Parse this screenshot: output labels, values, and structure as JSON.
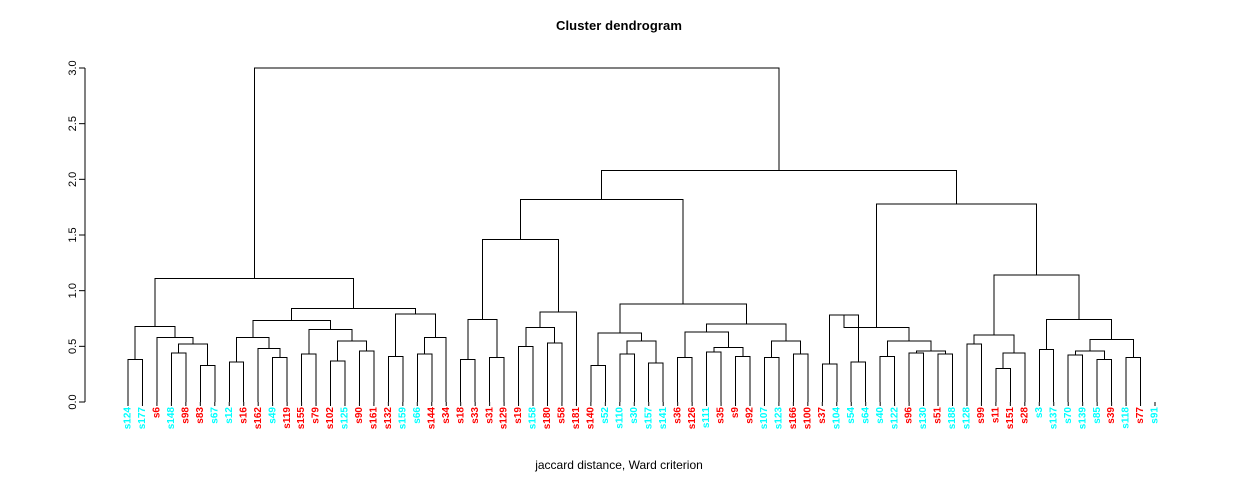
{
  "chart_data": {
    "type": "dendrogram",
    "title": "Cluster dendrogram",
    "xlabel": "jaccard distance, Ward criterion",
    "ylabel": "",
    "ylim": [
      0.0,
      3.0
    ],
    "yticks": [
      "0.0",
      "0.5",
      "1.0",
      "1.5",
      "2.0",
      "2.5",
      "3.0"
    ],
    "ytick_values": [
      0.0,
      0.5,
      1.0,
      1.5,
      2.0,
      2.5,
      3.0
    ],
    "grid": false,
    "legend": "none",
    "linkage": "ward",
    "distance_metric": "jaccard",
    "root_height": 3.0,
    "n_leaves": 73,
    "label_colors": {
      "group_cyan": "#00FFFF",
      "group_red": "#FF0000"
    },
    "line_color": "#000000",
    "leaves": [
      {
        "label": "s124",
        "color": "#00FFFF"
      },
      {
        "label": "s177",
        "color": "#00FFFF"
      },
      {
        "label": "s6",
        "color": "#FF0000"
      },
      {
        "label": "s148",
        "color": "#00FFFF"
      },
      {
        "label": "s98",
        "color": "#FF0000"
      },
      {
        "label": "s83",
        "color": "#FF0000"
      },
      {
        "label": "s67",
        "color": "#00FFFF"
      },
      {
        "label": "s12",
        "color": "#00FFFF"
      },
      {
        "label": "s16",
        "color": "#FF0000"
      },
      {
        "label": "s162",
        "color": "#FF0000"
      },
      {
        "label": "s49",
        "color": "#00FFFF"
      },
      {
        "label": "s119",
        "color": "#FF0000"
      },
      {
        "label": "s155",
        "color": "#FF0000"
      },
      {
        "label": "s79",
        "color": "#FF0000"
      },
      {
        "label": "s102",
        "color": "#FF0000"
      },
      {
        "label": "s125",
        "color": "#00FFFF"
      },
      {
        "label": "s90",
        "color": "#FF0000"
      },
      {
        "label": "s161",
        "color": "#FF0000"
      },
      {
        "label": "s132",
        "color": "#FF0000"
      },
      {
        "label": "s159",
        "color": "#00FFFF"
      },
      {
        "label": "s66",
        "color": "#00FFFF"
      },
      {
        "label": "s144",
        "color": "#FF0000"
      },
      {
        "label": "s34",
        "color": "#FF0000"
      },
      {
        "label": "s18",
        "color": "#FF0000"
      },
      {
        "label": "s33",
        "color": "#FF0000"
      },
      {
        "label": "s31",
        "color": "#FF0000"
      },
      {
        "label": "s129",
        "color": "#FF0000"
      },
      {
        "label": "s19",
        "color": "#FF0000"
      },
      {
        "label": "s158",
        "color": "#00FFFF"
      },
      {
        "label": "s180",
        "color": "#FF0000"
      },
      {
        "label": "s58",
        "color": "#FF0000"
      },
      {
        "label": "s181",
        "color": "#FF0000"
      },
      {
        "label": "s140",
        "color": "#FF0000"
      },
      {
        "label": "s52",
        "color": "#00FFFF"
      },
      {
        "label": "s110",
        "color": "#00FFFF"
      },
      {
        "label": "s30",
        "color": "#00FFFF"
      },
      {
        "label": "s157",
        "color": "#00FFFF"
      },
      {
        "label": "s141",
        "color": "#00FFFF"
      },
      {
        "label": "s36",
        "color": "#FF0000"
      },
      {
        "label": "s126",
        "color": "#FF0000"
      },
      {
        "label": "s111",
        "color": "#00FFFF"
      },
      {
        "label": "s35",
        "color": "#FF0000"
      },
      {
        "label": "s9",
        "color": "#FF0000"
      },
      {
        "label": "s92",
        "color": "#FF0000"
      },
      {
        "label": "s107",
        "color": "#00FFFF"
      },
      {
        "label": "s123",
        "color": "#00FFFF"
      },
      {
        "label": "s166",
        "color": "#FF0000"
      },
      {
        "label": "s100",
        "color": "#FF0000"
      },
      {
        "label": "s37",
        "color": "#FF0000"
      },
      {
        "label": "s104",
        "color": "#00FFFF"
      },
      {
        "label": "s54",
        "color": "#00FFFF"
      },
      {
        "label": "s64",
        "color": "#00FFFF"
      },
      {
        "label": "s40",
        "color": "#00FFFF"
      },
      {
        "label": "s122",
        "color": "#00FFFF"
      },
      {
        "label": "s96",
        "color": "#FF0000"
      },
      {
        "label": "s130",
        "color": "#00FFFF"
      },
      {
        "label": "s51",
        "color": "#FF0000"
      },
      {
        "label": "s188",
        "color": "#00FFFF"
      },
      {
        "label": "s128",
        "color": "#00FFFF"
      },
      {
        "label": "s99",
        "color": "#FF0000"
      },
      {
        "label": "s11",
        "color": "#FF0000"
      },
      {
        "label": "s151",
        "color": "#FF0000"
      },
      {
        "label": "s28",
        "color": "#FF0000"
      },
      {
        "label": "s3",
        "color": "#00FFFF"
      },
      {
        "label": "s137",
        "color": "#00FFFF"
      },
      {
        "label": "s70",
        "color": "#00FFFF"
      },
      {
        "label": "s139",
        "color": "#00FFFF"
      },
      {
        "label": "s85",
        "color": "#00FFFF"
      },
      {
        "label": "s39",
        "color": "#FF0000"
      },
      {
        "label": "s118",
        "color": "#00FFFF"
      },
      {
        "label": "s77",
        "color": "#FF0000"
      },
      {
        "label": "s91",
        "color": "#00FFFF"
      }
    ],
    "merges": [
      {
        "left": {
          "leaf": 0
        },
        "right": {
          "leaf": 1
        },
        "height": 0.38,
        "id": "m1"
      },
      {
        "left": {
          "leaf": 3
        },
        "right": {
          "leaf": 4
        },
        "height": 0.44,
        "id": "m2"
      },
      {
        "left": {
          "leaf": 5
        },
        "right": {
          "leaf": 6
        },
        "height": 0.33,
        "id": "m3"
      },
      {
        "left": {
          "node": "m2"
        },
        "right": {
          "node": "m3"
        },
        "height": 0.52,
        "id": "m4"
      },
      {
        "left": {
          "leaf": 2
        },
        "right": {
          "node": "m4"
        },
        "height": 0.58,
        "id": "m5"
      },
      {
        "left": {
          "node": "m1"
        },
        "right": {
          "node": "m5"
        },
        "height": 0.68,
        "id": "m6"
      },
      {
        "left": {
          "leaf": 7
        },
        "right": {
          "leaf": 8
        },
        "height": 0.36,
        "id": "m7"
      },
      {
        "left": {
          "leaf": 10
        },
        "right": {
          "leaf": 11
        },
        "height": 0.4,
        "id": "m8"
      },
      {
        "left": {
          "leaf": 9
        },
        "right": {
          "node": "m8"
        },
        "height": 0.48,
        "id": "m9"
      },
      {
        "left": {
          "node": "m7"
        },
        "right": {
          "node": "m9"
        },
        "height": 0.58,
        "id": "m10"
      },
      {
        "left": {
          "leaf": 12
        },
        "right": {
          "leaf": 13
        },
        "height": 0.43,
        "id": "m11"
      },
      {
        "left": {
          "leaf": 14
        },
        "right": {
          "leaf": 15
        },
        "height": 0.37,
        "id": "m12"
      },
      {
        "left": {
          "leaf": 16
        },
        "right": {
          "leaf": 17
        },
        "height": 0.46,
        "id": "m13"
      },
      {
        "left": {
          "node": "m12"
        },
        "right": {
          "node": "m13"
        },
        "height": 0.55,
        "id": "m14"
      },
      {
        "left": {
          "node": "m11"
        },
        "right": {
          "node": "m14"
        },
        "height": 0.65,
        "id": "m15"
      },
      {
        "left": {
          "node": "m10"
        },
        "right": {
          "node": "m15"
        },
        "height": 0.73,
        "id": "m16"
      },
      {
        "left": {
          "leaf": 18
        },
        "right": {
          "leaf": 19
        },
        "height": 0.41,
        "id": "m17"
      },
      {
        "left": {
          "leaf": 20
        },
        "right": {
          "leaf": 21
        },
        "height": 0.43,
        "id": "m18"
      },
      {
        "left": {
          "leaf": 22
        },
        "right": {
          "node": "m18"
        },
        "height": 0.58,
        "id": "m19"
      },
      {
        "left": {
          "node": "m17"
        },
        "right": {
          "node": "m19"
        },
        "height": 0.79,
        "id": "m20"
      },
      {
        "left": {
          "node": "m16"
        },
        "right": {
          "node": "m20"
        },
        "height": 0.84,
        "id": "m21"
      },
      {
        "left": {
          "node": "m6"
        },
        "right": {
          "node": "m21"
        },
        "height": 1.11,
        "id": "m22"
      },
      {
        "left": {
          "leaf": 23
        },
        "right": {
          "leaf": 24
        },
        "height": 0.38,
        "id": "m23"
      },
      {
        "left": {
          "leaf": 25
        },
        "right": {
          "leaf": 26
        },
        "height": 0.4,
        "id": "m24"
      },
      {
        "left": {
          "node": "m23"
        },
        "right": {
          "node": "m24"
        },
        "height": 0.74,
        "id": "m25"
      },
      {
        "left": {
          "leaf": 27
        },
        "right": {
          "leaf": 28
        },
        "height": 0.5,
        "id": "m26"
      },
      {
        "left": {
          "leaf": 29
        },
        "right": {
          "leaf": 30
        },
        "height": 0.53,
        "id": "m27"
      },
      {
        "left": {
          "node": "m26"
        },
        "right": {
          "node": "m27"
        },
        "height": 0.67,
        "id": "m28"
      },
      {
        "left": {
          "node": "m28"
        },
        "right": {
          "leaf": 31
        },
        "height": 0.81,
        "id": "m29"
      },
      {
        "left": {
          "node": "m25"
        },
        "right": {
          "node": "m29"
        },
        "height": 1.46,
        "id": "m30"
      },
      {
        "left": {
          "leaf": 32
        },
        "right": {
          "leaf": 33
        },
        "height": 0.33,
        "id": "m31"
      },
      {
        "left": {
          "leaf": 34
        },
        "right": {
          "leaf": 35
        },
        "height": 0.43,
        "id": "m32"
      },
      {
        "left": {
          "leaf": 36
        },
        "right": {
          "leaf": 37
        },
        "height": 0.35,
        "id": "m33"
      },
      {
        "left": {
          "node": "m32"
        },
        "right": {
          "node": "m33"
        },
        "height": 0.55,
        "id": "m34"
      },
      {
        "left": {
          "node": "m31"
        },
        "right": {
          "node": "m34"
        },
        "height": 0.62,
        "id": "m35"
      },
      {
        "left": {
          "leaf": 38
        },
        "right": {
          "leaf": 39
        },
        "height": 0.4,
        "id": "m36"
      },
      {
        "left": {
          "leaf": 40
        },
        "right": {
          "leaf": 41
        },
        "height": 0.45,
        "id": "m37"
      },
      {
        "left": {
          "leaf": 42
        },
        "right": {
          "leaf": 43
        },
        "height": 0.41,
        "id": "m38"
      },
      {
        "left": {
          "node": "m37"
        },
        "right": {
          "node": "m38"
        },
        "height": 0.49,
        "id": "m39"
      },
      {
        "left": {
          "node": "m36"
        },
        "right": {
          "node": "m39"
        },
        "height": 0.63,
        "id": "m40"
      },
      {
        "left": {
          "leaf": 44
        },
        "right": {
          "leaf": 45
        },
        "height": 0.4,
        "id": "m41"
      },
      {
        "left": {
          "leaf": 46
        },
        "right": {
          "leaf": 47
        },
        "height": 0.43,
        "id": "m42"
      },
      {
        "left": {
          "node": "m41"
        },
        "right": {
          "node": "m42"
        },
        "height": 0.55,
        "id": "m43"
      },
      {
        "left": {
          "node": "m40"
        },
        "right": {
          "node": "m43"
        },
        "height": 0.7,
        "id": "m44"
      },
      {
        "left": {
          "node": "m35"
        },
        "right": {
          "node": "m44"
        },
        "height": 0.88,
        "id": "m45"
      },
      {
        "left": {
          "node": "m30"
        },
        "right": {
          "node": "m45"
        },
        "height": 1.82,
        "id": "m46"
      },
      {
        "left": {
          "leaf": 48
        },
        "right": {
          "leaf": 49
        },
        "height": 0.34,
        "id": "m47"
      },
      {
        "left": {
          "leaf": 50
        },
        "right": {
          "leaf": 51
        },
        "height": 0.36,
        "id": "m48"
      },
      {
        "left": {
          "node": "m47"
        },
        "right": {
          "node": "m48"
        },
        "height": 0.78,
        "id": "m49"
      },
      {
        "left": {
          "leaf": 52
        },
        "right": {
          "leaf": 53
        },
        "height": 0.41,
        "id": "m50"
      },
      {
        "left": {
          "leaf": 54
        },
        "right": {
          "leaf": 55
        },
        "height": 0.44,
        "id": "m51"
      },
      {
        "left": {
          "leaf": 56
        },
        "right": {
          "leaf": 57
        },
        "height": 0.43,
        "id": "m52"
      },
      {
        "left": {
          "node": "m51"
        },
        "right": {
          "node": "m52"
        },
        "height": 0.46,
        "id": "m53"
      },
      {
        "left": {
          "node": "m50"
        },
        "right": {
          "node": "m53"
        },
        "height": 0.55,
        "id": "m54"
      },
      {
        "left": {
          "node": "m49"
        },
        "right": {
          "node": "m54"
        },
        "height": 0.67,
        "id": "m55"
      },
      {
        "left": {
          "leaf": 58
        },
        "right": {
          "leaf": 59
        },
        "height": 0.52,
        "id": "m56"
      },
      {
        "left": {
          "leaf": 60
        },
        "right": {
          "leaf": 61
        },
        "height": 0.3,
        "id": "m57"
      },
      {
        "left": {
          "node": "m57"
        },
        "right": {
          "leaf": 62
        },
        "height": 0.44,
        "id": "m58"
      },
      {
        "left": {
          "node": "m56"
        },
        "right": {
          "node": "m58"
        },
        "height": 0.6,
        "id": "m59"
      },
      {
        "left": {
          "leaf": 63
        },
        "right": {
          "leaf": 64
        },
        "height": 0.47,
        "id": "m60"
      },
      {
        "left": {
          "leaf": 65
        },
        "right": {
          "leaf": 66
        },
        "height": 0.42,
        "id": "m61"
      },
      {
        "left": {
          "leaf": 67
        },
        "right": {
          "leaf": 68
        },
        "height": 0.38,
        "id": "m62"
      },
      {
        "left": {
          "node": "m61"
        },
        "right": {
          "node": "m62"
        },
        "height": 0.46,
        "id": "m63"
      },
      {
        "left": {
          "leaf": 69
        },
        "right": {
          "leaf": 70
        },
        "height": 0.4,
        "id": "m64"
      },
      {
        "left": {
          "node": "m63"
        },
        "right": {
          "node": "m64"
        },
        "height": 0.56,
        "id": "m65"
      },
      {
        "left": {
          "node": "m60"
        },
        "right": {
          "node": "m65"
        },
        "height": 0.74,
        "id": "m66"
      },
      {
        "left": {
          "node": "m59"
        },
        "right": {
          "node": "m66"
        },
        "height": 1.14,
        "id": "m67"
      },
      {
        "left": {
          "node": "m55"
        },
        "right": {
          "node": "m67"
        },
        "height": 1.78,
        "id": "m68"
      },
      {
        "left": {
          "node": "m46"
        },
        "right": {
          "node": "m68"
        },
        "height": 2.08,
        "id": "m69"
      },
      {
        "left": {
          "node": "m22"
        },
        "right": {
          "node": "m69"
        },
        "height": 3.0,
        "id": "m70"
      }
    ]
  }
}
